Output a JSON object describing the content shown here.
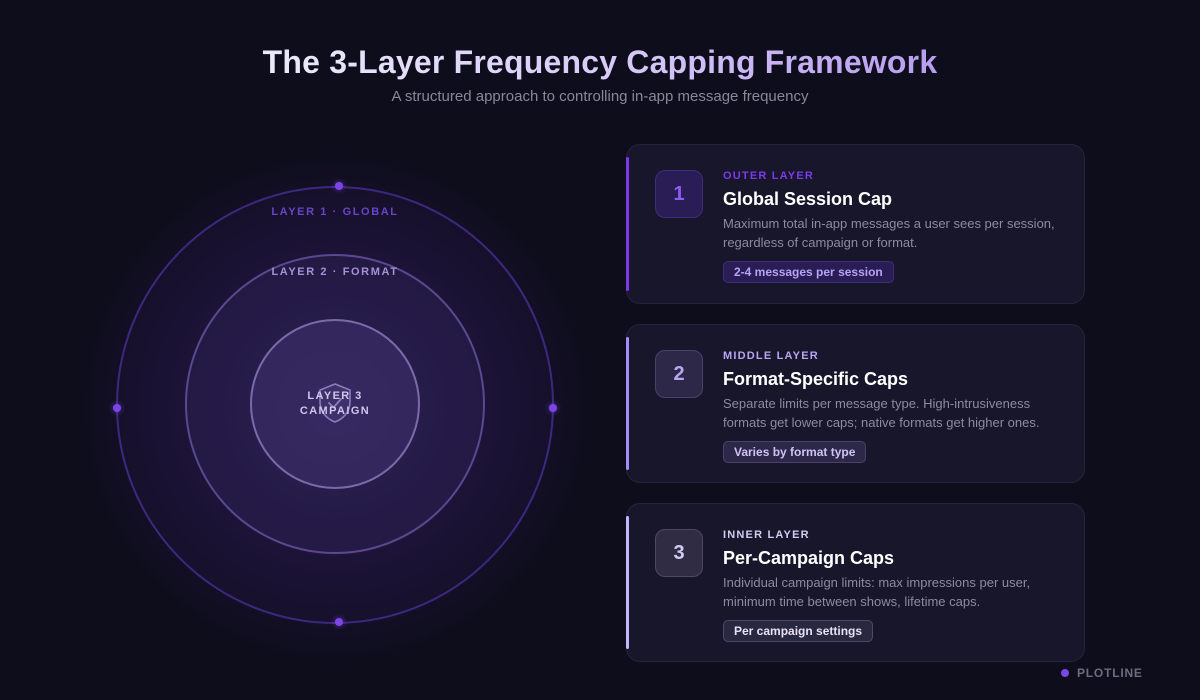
{
  "header": {
    "title": "The 3-Layer Frequency Capping Framework",
    "subtitle": "A structured approach to controlling in-app message frequency"
  },
  "diagram": {
    "layers": [
      {
        "label": "LAYER 1 · GLOBAL"
      },
      {
        "label": "LAYER 2 · FORMAT"
      },
      {
        "label_line1": "LAYER 3",
        "label_line2": "CAMPAIGN"
      }
    ],
    "center_icon": "shield-check-icon"
  },
  "cards": [
    {
      "number": "1",
      "eyebrow": "OUTER LAYER",
      "title": "Global Session Cap",
      "description": "Maximum total in-app messages a user sees per session, regardless of campaign or format.",
      "pill": "2-4 messages per session",
      "accent_color": "#7c3aed"
    },
    {
      "number": "2",
      "eyebrow": "MIDDLE LAYER",
      "title": "Format-Specific Caps",
      "description": "Separate limits per message type. High-intrusiveness formats get lower caps; native formats get higher ones.",
      "pill": "Varies by format type",
      "accent_color": "#a78bfa"
    },
    {
      "number": "3",
      "eyebrow": "INNER LAYER",
      "title": "Per-Campaign Caps",
      "description": "Individual campaign limits: max impressions per user, minimum time between shows, lifetime caps.",
      "pill": "Per campaign settings",
      "accent_color": "#c4b5fd"
    }
  ],
  "brand": {
    "name": "PLOTLINE",
    "icon": "dot-icon"
  },
  "colors": {
    "background": "#0e0d1c",
    "accent": "#7c45e8"
  }
}
